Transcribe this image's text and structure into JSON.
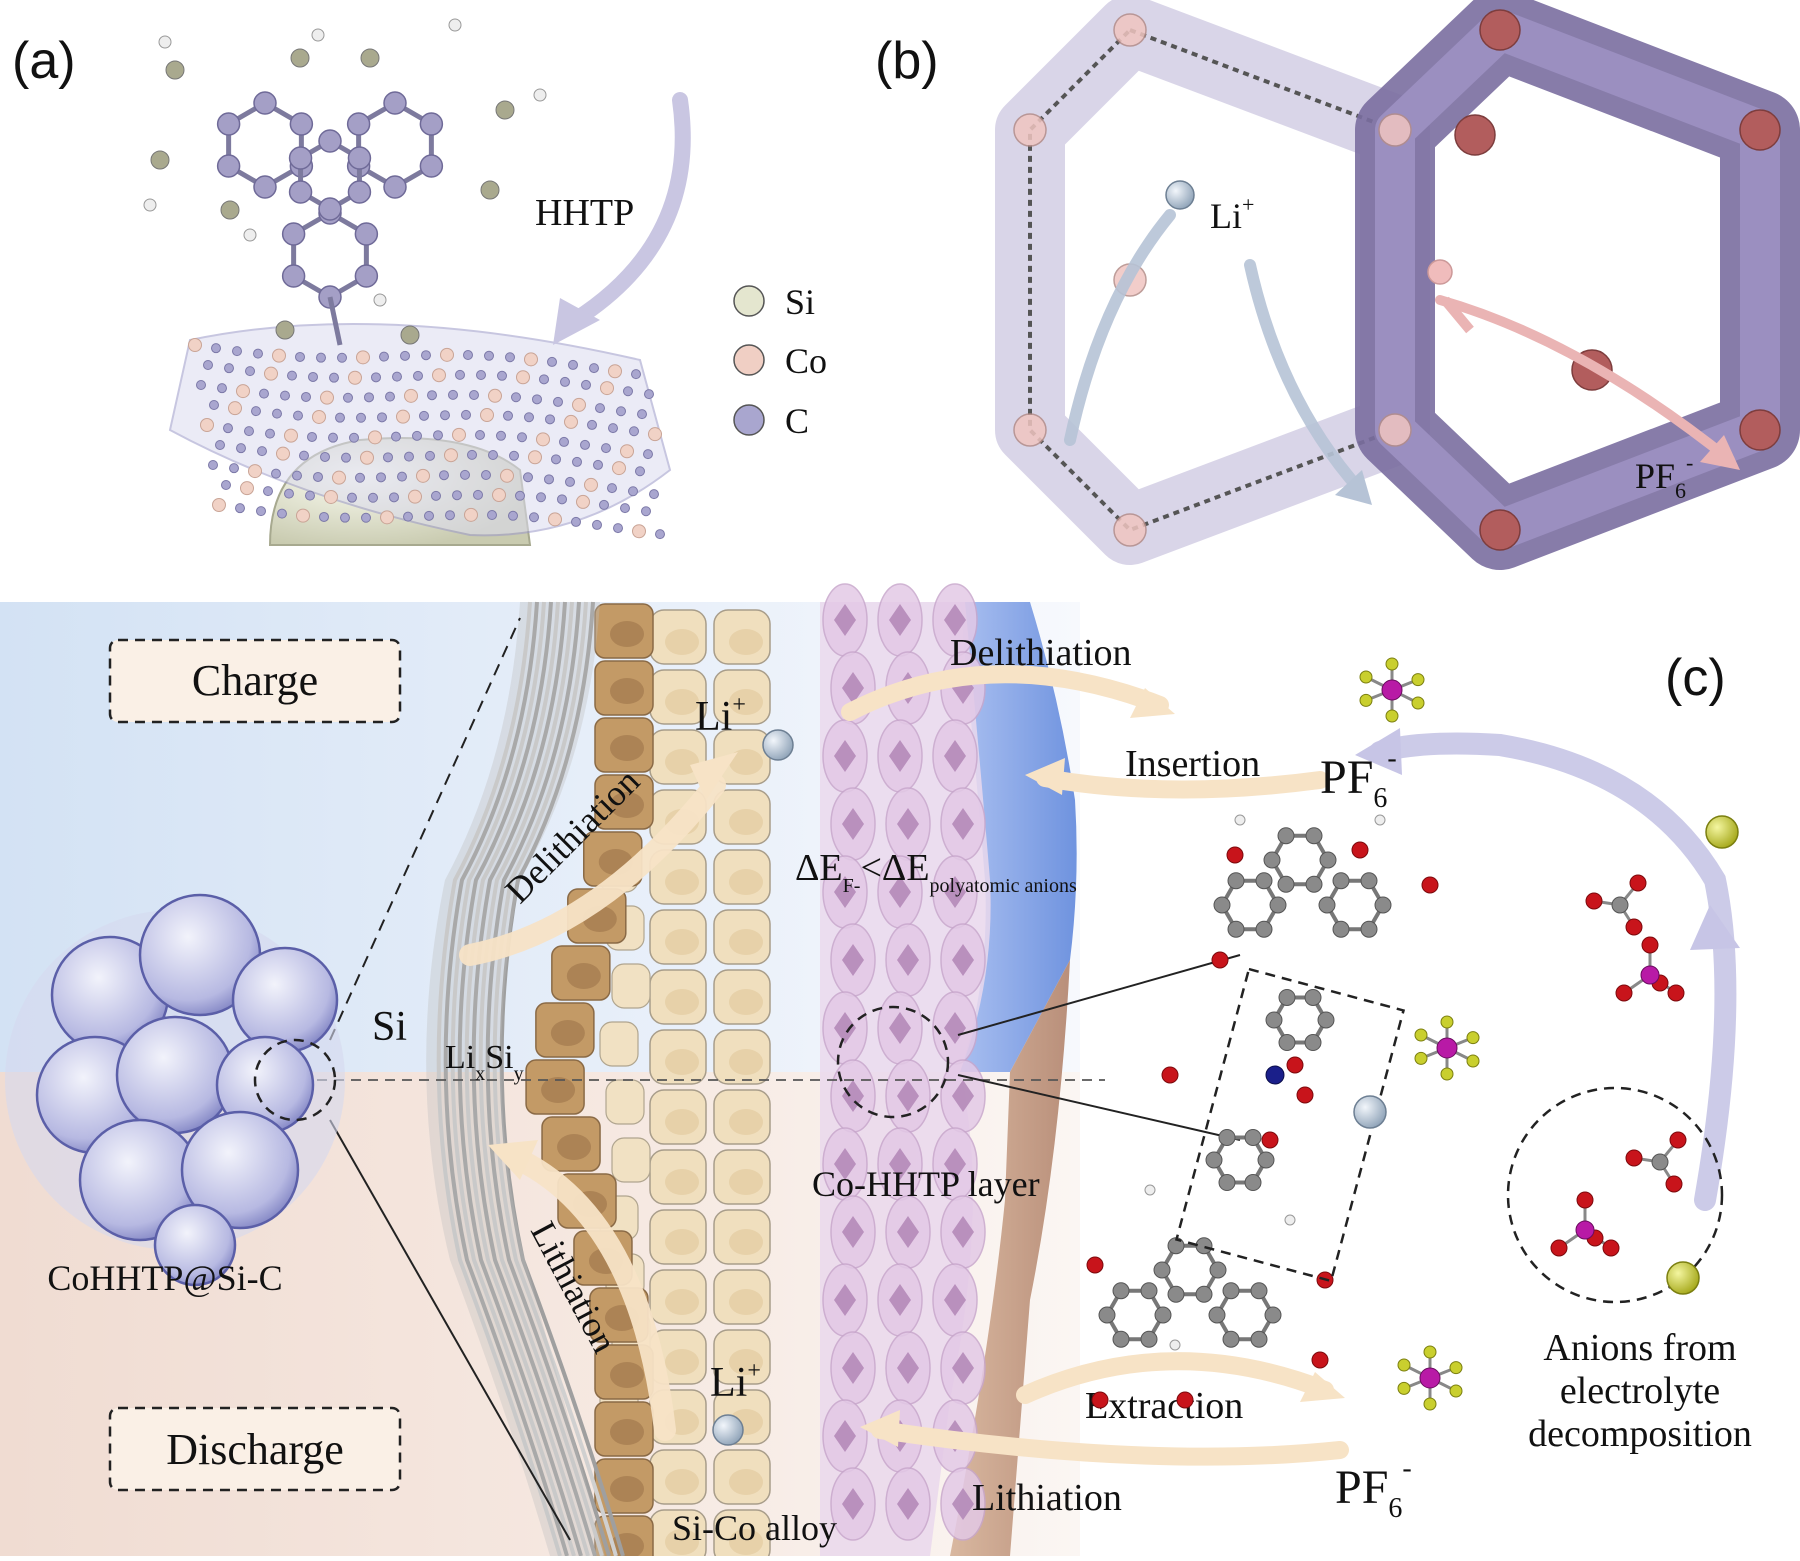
{
  "panel_a": {
    "label": "(a)",
    "arrow_label": "HHTP",
    "legend": [
      {
        "name": "Si",
        "color": "#e4e6cf"
      },
      {
        "name": "Co",
        "color": "#f0cfc4"
      },
      {
        "name": "C",
        "color": "#a9a6cf"
      }
    ]
  },
  "panel_b": {
    "label": "(b)",
    "cation_label": "Li",
    "cation_sup": "+",
    "anion_label": "PF",
    "anion_sub": "6",
    "anion_sup": "-"
  },
  "panel_c": {
    "label": "(c)",
    "charge_label": "Charge",
    "discharge_label": "Discharge",
    "particle_label": "CoHHTP@Si-C",
    "si_label": "Si",
    "lixsiy": {
      "main": "Li",
      "sub1": "x",
      "mid": "Si",
      "sub2": "y"
    },
    "delithiation_curve": "Delithiation",
    "lithiation_curve": "Lithiation",
    "li_top": {
      "main": "Li",
      "sup": "+"
    },
    "li_bottom": {
      "main": "Li",
      "sup": "+"
    },
    "alloy_label": "Si-Co alloy",
    "layer_label": "Co-HHTP layer",
    "energy": {
      "d1": "ΔE",
      "sub1": "F-",
      "lt": "<ΔE",
      "sub2": "polyatomic anions"
    },
    "top_arrow_right": "Delithiation",
    "top_arrow_left": "Insertion",
    "bottom_arrow_right": "Extraction",
    "bottom_arrow_left": "Lithiation",
    "pf6_top": {
      "main": "PF",
      "sub": "6",
      "sup": "-"
    },
    "pf6_bottom": {
      "main": "PF",
      "sub": "6",
      "sup": "-"
    },
    "anions_caption": [
      "Anions from",
      "electrolyte",
      "decomposition"
    ]
  },
  "colors": {
    "charge_bg": "#d9e6f5",
    "discharge_bg": "#f2dfd6",
    "shell_brown": "#c39a66",
    "cell_cream": "#f0dfbe",
    "sei_purple": "#b48ab8",
    "electrolyte_blue": "#7f9fe0",
    "arrow_cream": "#f5dfbd",
    "arrow_lavender": "#c6c6e6",
    "pf6_magenta": "#b81aa6",
    "pf6_yellow": "#c9cf2e",
    "oxygen_red": "#c8141b",
    "carbon_gray": "#8a8a8a"
  }
}
